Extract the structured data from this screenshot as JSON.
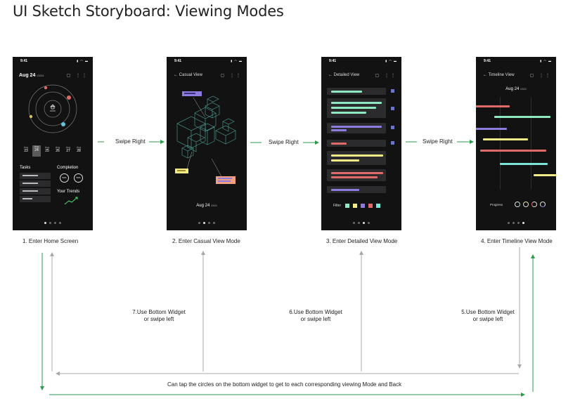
{
  "title": "UI Sketch Storyboard: Viewing Modes",
  "status_time": "9:41",
  "home": {
    "date": "Aug 24",
    "year": "/2024",
    "days": [
      {
        "m": "Aug",
        "d": "23"
      },
      {
        "m": "Aug",
        "d": "24"
      },
      {
        "m": "Aug",
        "d": "25"
      },
      {
        "m": "Aug",
        "d": "26"
      },
      {
        "m": "Aug",
        "d": "27"
      },
      {
        "m": "Aug",
        "d": "28"
      }
    ],
    "tasks_label": "Tasks",
    "completion_label": "Completion",
    "completion_values": [
      "50%",
      "50%"
    ],
    "trends_label": "Your Trends"
  },
  "casual": {
    "title": "← Casual View",
    "date": "Aug 24",
    "year": "/2024"
  },
  "detailed": {
    "title": "← Detailed View",
    "filter_label": "Filter"
  },
  "timeline": {
    "title": "← Timeline View",
    "date": "Aug 24",
    "year": "/2024",
    "progress_label": "Progress"
  },
  "swipe_labels": [
    "Swipe Right",
    "Swipe Right",
    "Swipe Right"
  ],
  "steps": [
    "1. Enter Home Screen",
    "2. Enter Casual View Mode",
    "3. Enter Detailed View Mode",
    "4. Enter Timeline View Mode"
  ],
  "notes": {
    "n7": [
      "7.Use Bottom Widget",
      "or swipe left"
    ],
    "n6": [
      "6.Use Bottom Widget",
      "or swipe left"
    ],
    "n5": [
      "5.Use Bottom Widget",
      "or swipe left"
    ],
    "bottom": "Can tap the circles on the bottom widget to get to each corresponding viewing Mode and Back"
  },
  "colors": {
    "green": "#4caf50",
    "purple": "#8e7be0",
    "pink": "#e06a6a",
    "yellow": "#f2ea86",
    "mint": "#8ee8c0",
    "cyan": "#7ae5d7",
    "arrow_gray": "#a8a8a8",
    "arrow_green": "#2e9a4c"
  }
}
